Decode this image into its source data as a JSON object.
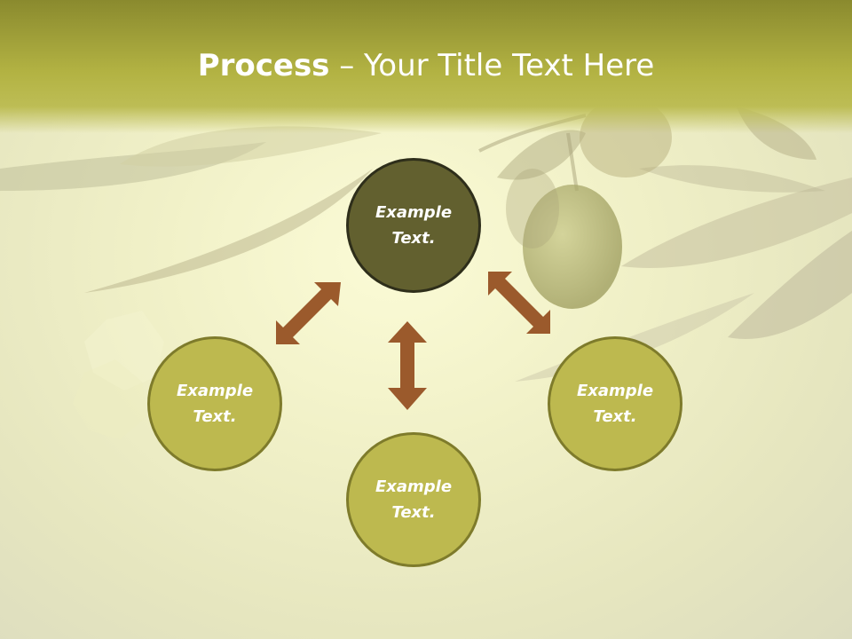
{
  "title": {
    "bold": "Process",
    "rest": " – Your Title Text Here"
  },
  "nodes": {
    "center": {
      "line1": "Example",
      "line2": "Text."
    },
    "left": {
      "line1": "Example",
      "line2": "Text."
    },
    "bottom": {
      "line1": "Example",
      "line2": "Text."
    },
    "right": {
      "line1": "Example",
      "line2": "Text."
    }
  },
  "colors": {
    "center_fill": "#62602f",
    "outer_fill": "#bdb94f",
    "arrow": "#9b5a2c",
    "title_bar": "#b3b343"
  },
  "icons": {
    "arrows": "double-headed-arrow"
  }
}
